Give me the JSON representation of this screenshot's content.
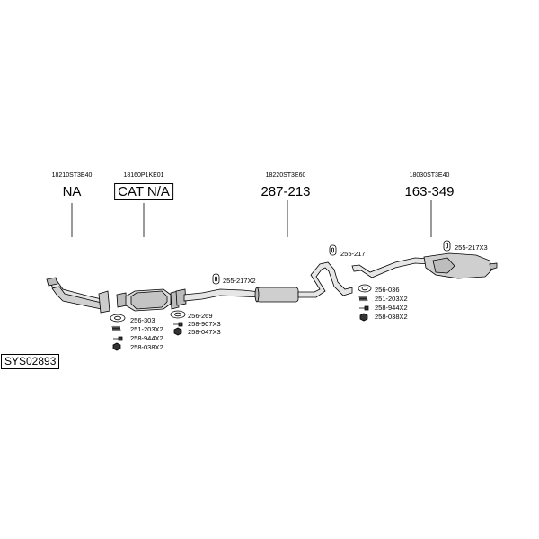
{
  "system_code": "SYS02893",
  "components": [
    {
      "oem": "18210ST3E40",
      "part": "NA",
      "boxed": false
    },
    {
      "oem": "18160P1KE01",
      "part": "CAT N/A",
      "boxed": true
    },
    {
      "oem": "18220ST3E60",
      "part": "287-213",
      "boxed": false
    },
    {
      "oem": "18030ST3E40",
      "part": "163-349",
      "boxed": false
    }
  ],
  "fitting_labels": {
    "g1": [
      "256-303",
      "251-203X2",
      "258-944X2",
      "258-038X2"
    ],
    "g2": [
      "256-269",
      "258-907X3",
      "258-047X3"
    ],
    "g3": [
      "255-217X2"
    ],
    "g4": [
      "255-217"
    ],
    "g5": [
      "256-036",
      "251-203X2",
      "258-944X2",
      "258-038X2"
    ],
    "g6": [
      "255-217X3"
    ]
  },
  "icons": {
    "gasket": "gasket-icon",
    "spring": "spring-icon",
    "bolt": "bolt-icon",
    "nut": "nut-icon",
    "rubber_hanger": "rubber-hanger-icon",
    "clamp": "clamp-icon"
  }
}
